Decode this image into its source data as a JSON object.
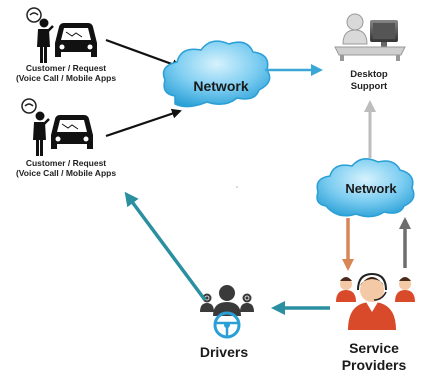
{
  "top_customer": {
    "label_line1": "Customer / Request",
    "label_line2": "(Voice Call / Mobile Apps"
  },
  "bottom_customer": {
    "label_line1": "Customer / Request",
    "label_line2": "(Voice Call / Mobile Apps"
  },
  "network_center": {
    "label": "Network"
  },
  "network_right": {
    "label": "Network"
  },
  "desktop_support": {
    "label_line1": "Desktop",
    "label_line2": "Support"
  },
  "drivers": {
    "label": "Drivers"
  },
  "service_providers": {
    "label_line1": "Service",
    "label_line2": "Providers"
  },
  "colors": {
    "cloud_light": "#a9e1f8",
    "cloud_dark": "#2a9fd6",
    "arrow_black": "#111111",
    "arrow_blue": "#3aa7d6",
    "arrow_gray": "#bdbdbd",
    "arrow_orange": "#d98656",
    "arrow_darkgray": "#6e6e6e",
    "arrow_teal": "#2a8fa0",
    "label_blue": "#1f6f9e"
  }
}
